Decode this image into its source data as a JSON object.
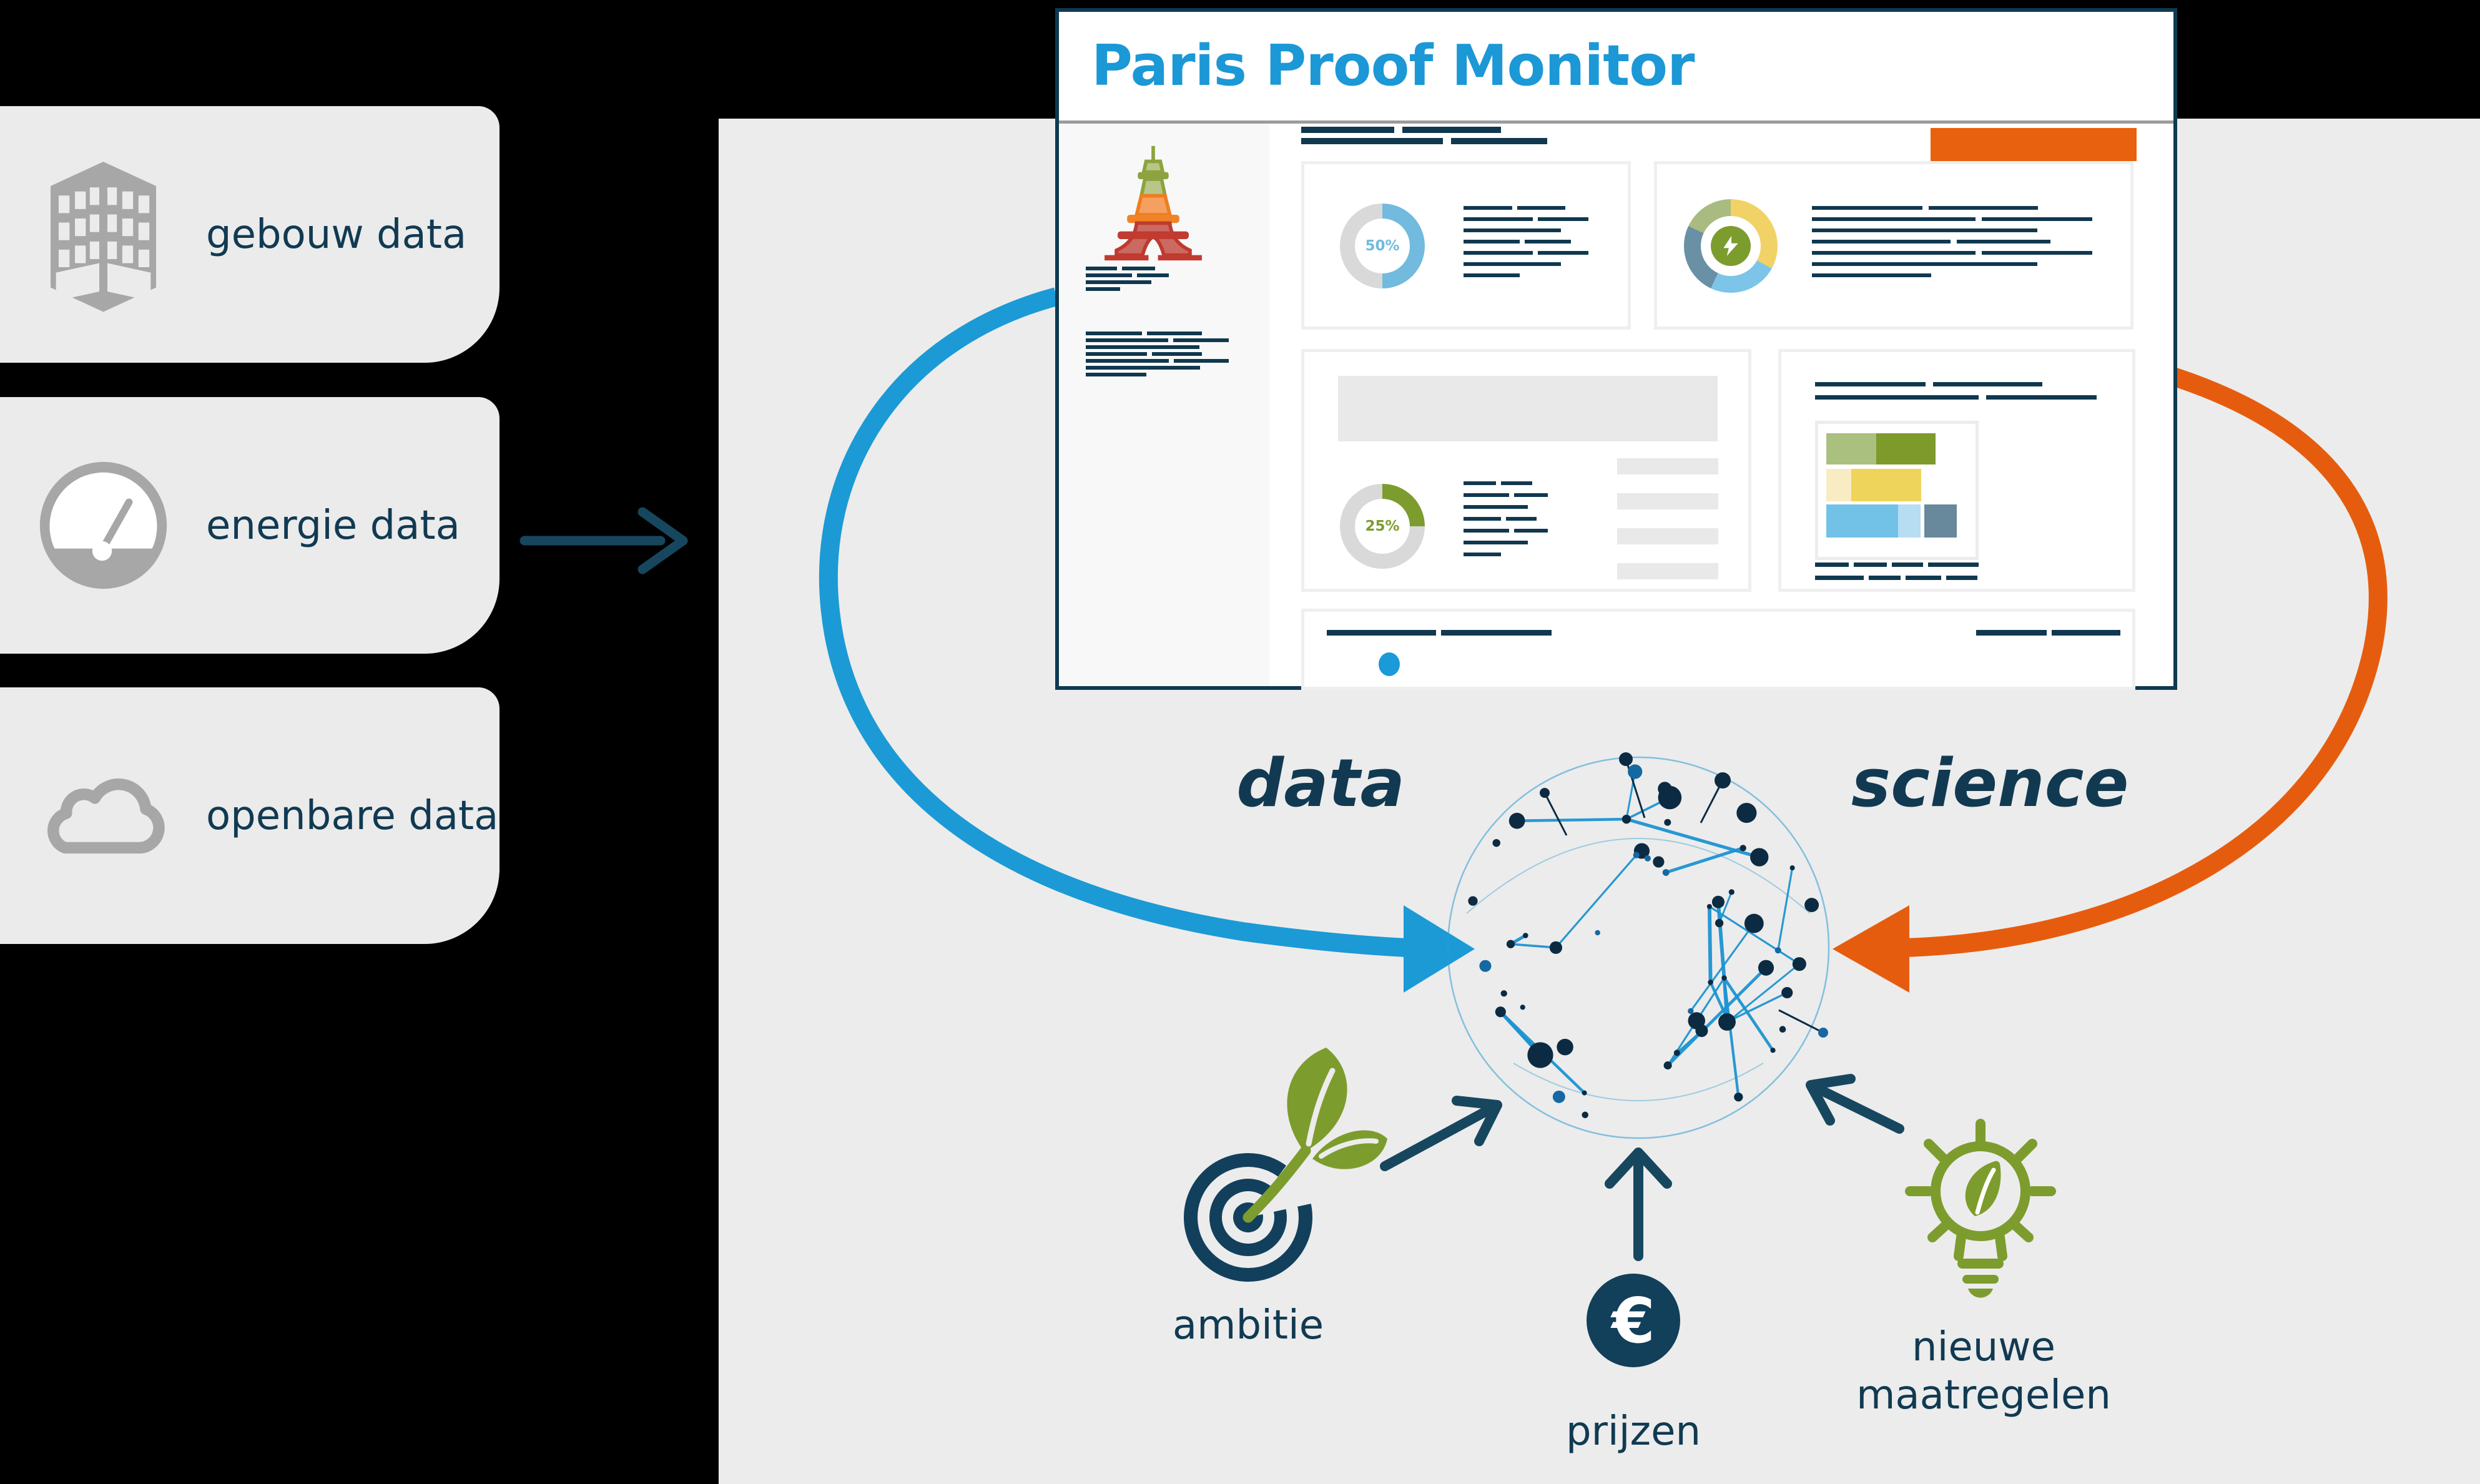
{
  "diagram": {
    "sources": [
      {
        "label": "gebouw data",
        "icon": "building-icon"
      },
      {
        "label": "energie data",
        "icon": "gauge-icon"
      },
      {
        "label": "openbare data",
        "icon": "cloud-icon"
      }
    ],
    "monitor": {
      "title": "Paris Proof Monitor",
      "half_donut_value": "50%",
      "quarter_donut_value": "25%"
    },
    "process": {
      "left_word": "data",
      "right_word": "science"
    },
    "drivers": [
      {
        "label": "ambitie",
        "icon": "target-leaf-icon"
      },
      {
        "label": "prijzen",
        "icon": "euro-coin-icon",
        "symbol": "€"
      },
      {
        "label": "nieuwe maatregelen",
        "icon": "bulb-leaf-icon"
      }
    ],
    "colors": {
      "navy": "#10384f",
      "blue": "#1b98d5",
      "light_blue": "#72bade",
      "orange": "#e8610e",
      "green": "#7d9c2e",
      "gray_panel": "#ececec",
      "gray_icon": "#a7a7a7"
    }
  }
}
